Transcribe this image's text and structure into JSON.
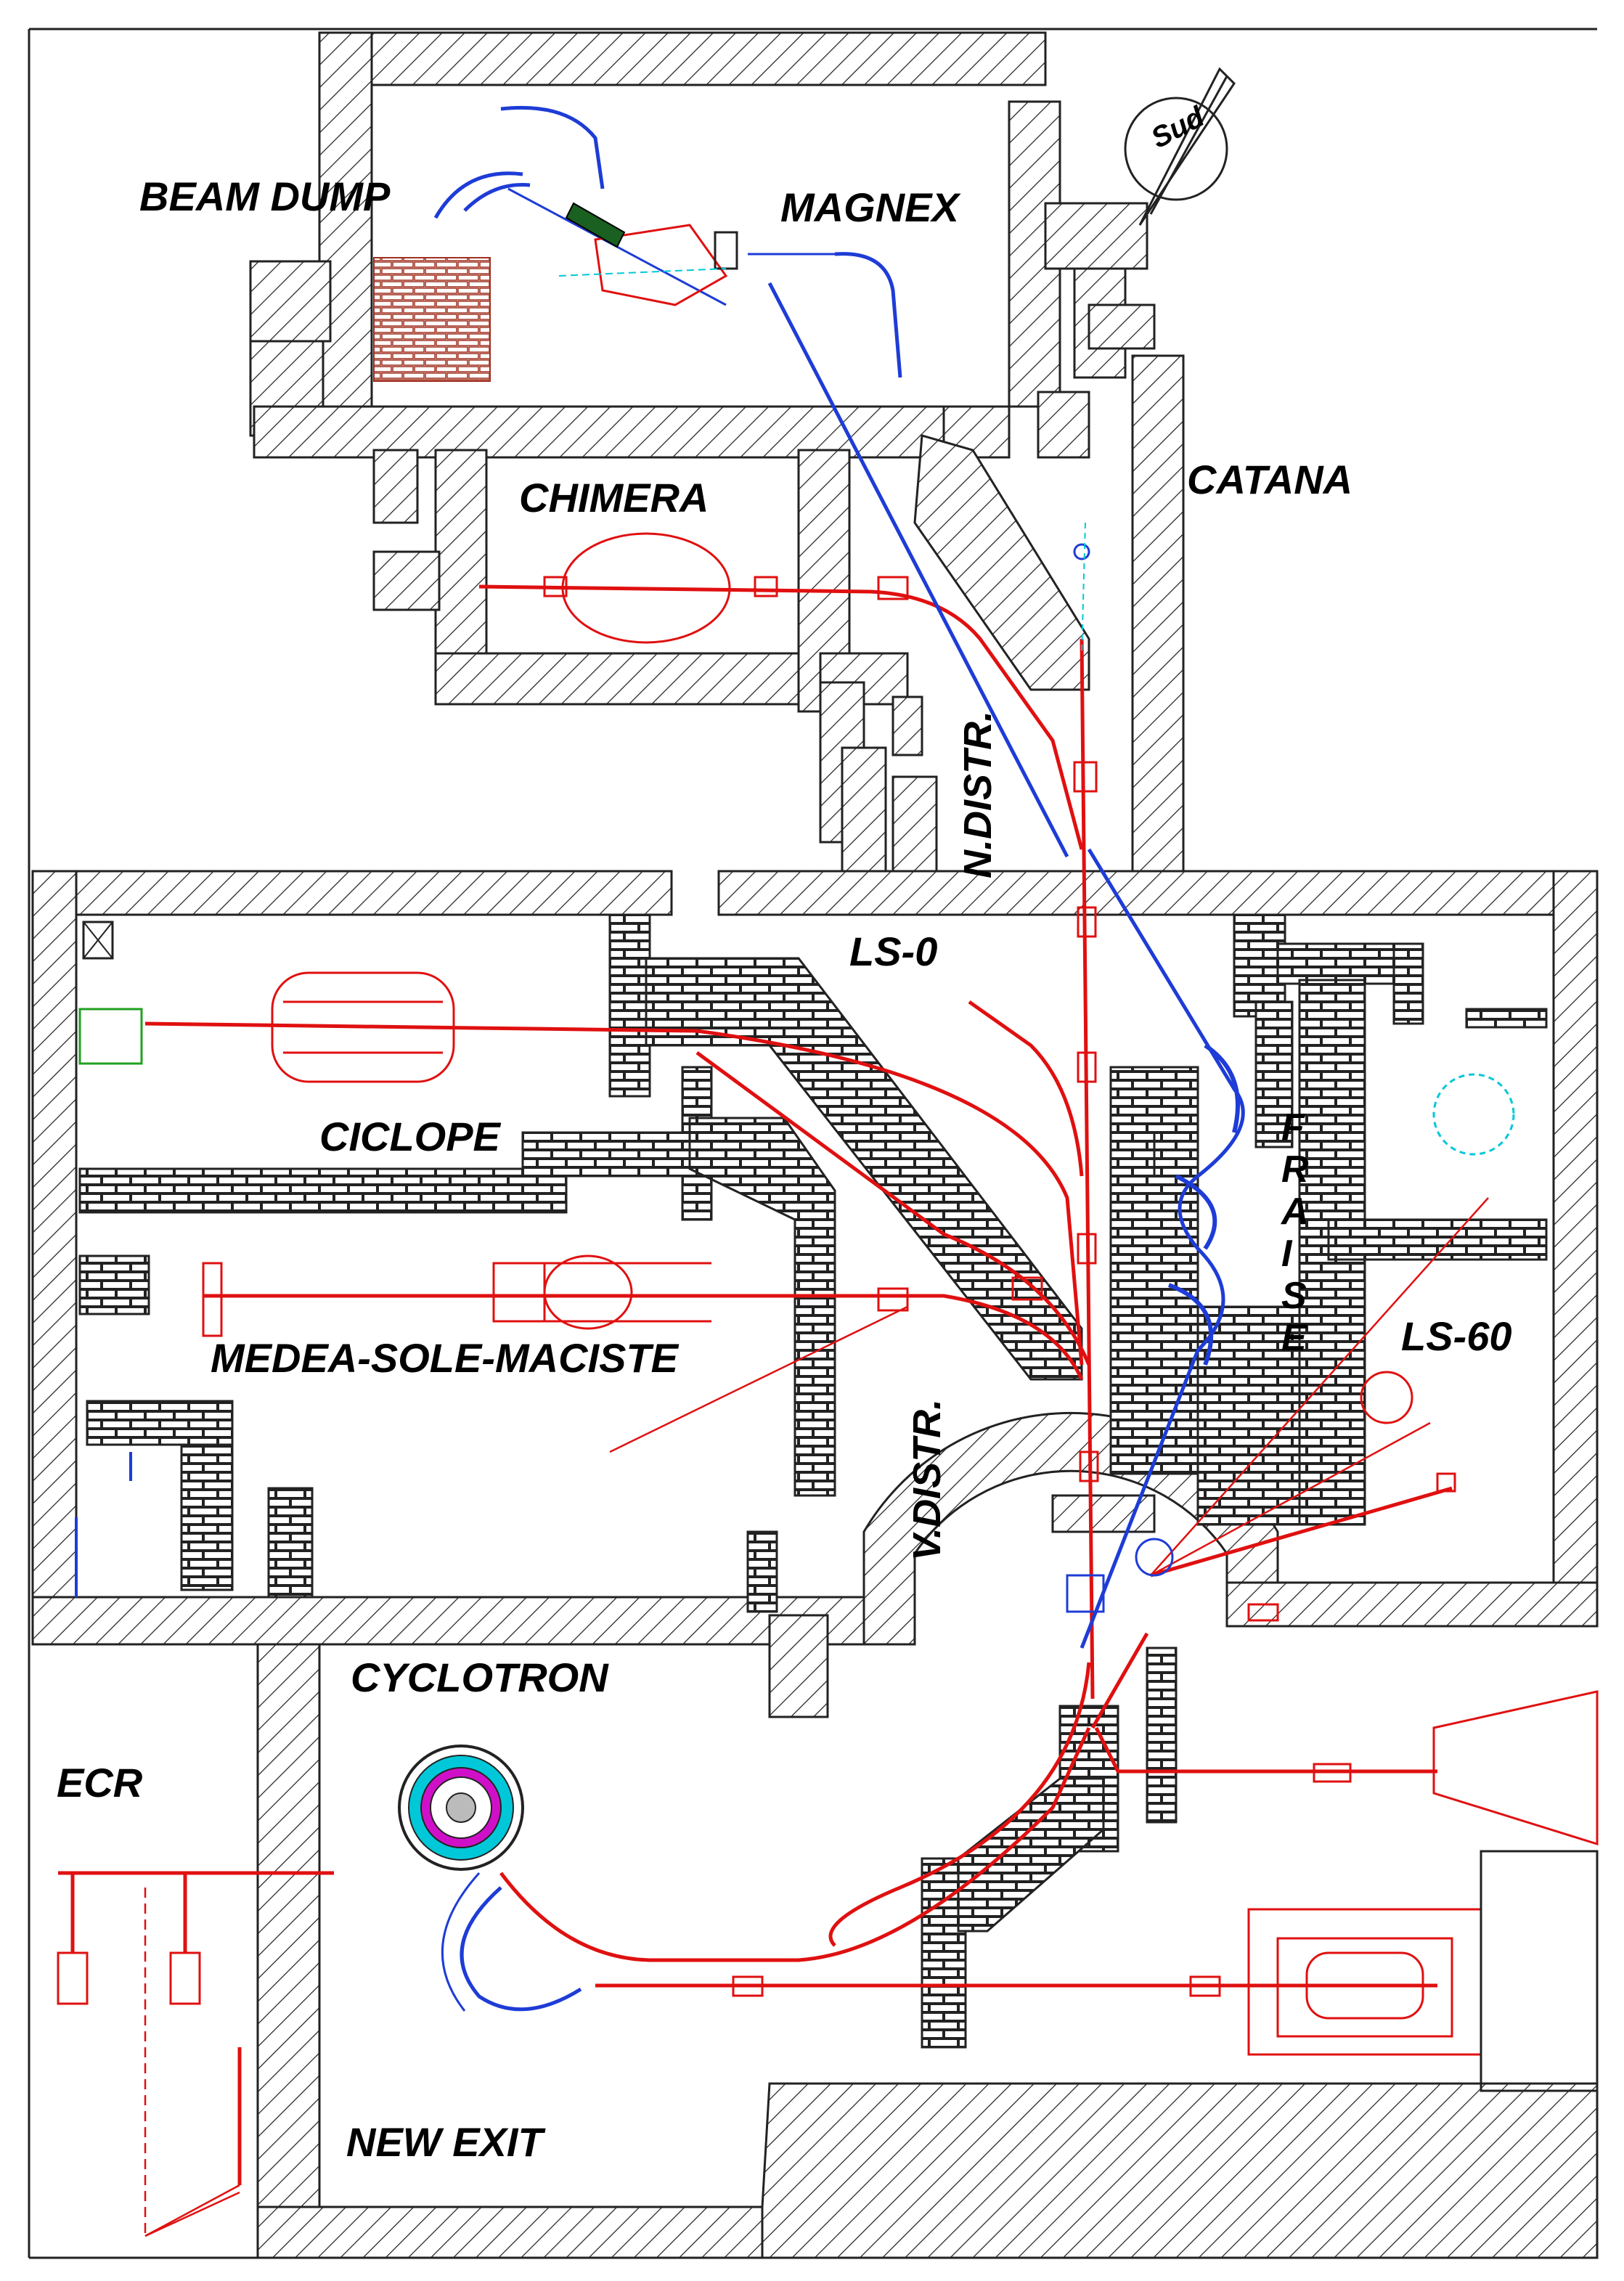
{
  "labels": {
    "beam_dump": "BEAM DUMP",
    "magnex": "MAGNEX",
    "catana": "CATANA",
    "chimera": "CHIMERA",
    "n_distr": "N.DISTR.",
    "ls0": "LS-0",
    "ciclope": "CICLOPE",
    "fraise": "FRAISE",
    "ls60": "LS-60",
    "medea": "MEDEA-SOLE-MACISTE",
    "v_distr": "V.DISTR.",
    "cyclotron": "CYCLOTRON",
    "ecr": "ECR",
    "new_exit": "NEW EXIT",
    "compass": "Sud"
  },
  "colors": {
    "beamline_red": "#e01010",
    "beamline_blue": "#1e3cd6",
    "wall_lines": "#222222",
    "cyan_accent": "#00c8d8",
    "magenta_accent": "#d010c8",
    "green_accent": "#20a020"
  }
}
